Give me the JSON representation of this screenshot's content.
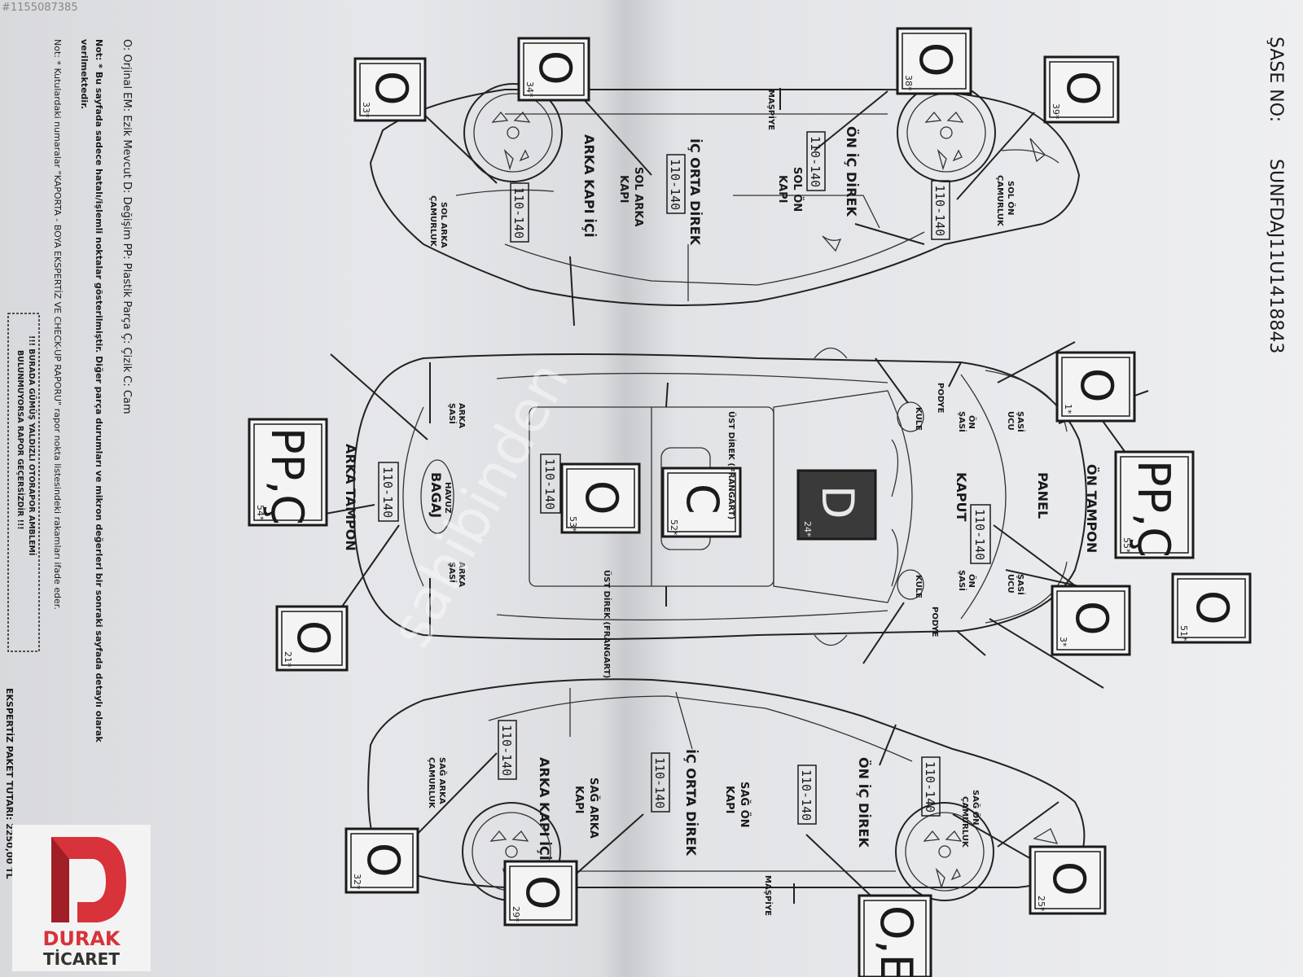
{
  "photo_id": "#1155087385",
  "header": {
    "chassis_label": "ŞASE NO:",
    "chassis_value": "SUNFDAJ11U1418843"
  },
  "legend": {
    "line1": "O: Orjinal EM: Ezik Mevcut D: Değişim PP: Plastik Parça Ç: Çizik C: Cam",
    "note1": "Not: * Bu sayfada sadece hatalı/işlemli noktalar gösterilmiştir. Diğer parça durumları ve mikron değerleri bir sonraki sayfada detaylı olarak",
    "note1b": "verilmektedir.",
    "note2": "Not: * Kutulardaki numaralar \"KAPORTA - BOYA EKSPERTİZ VE CHECK-UP RAPORU\" rapor nokta listesindeki rakamları ifade eder.",
    "warning_lines": [
      "!!! BURADA GÜMÜŞ YALDIZLI OTORAPOR AMBLEMİ",
      "BULUNMUYORSA RAPOR GEÇERSİZDİR !!!"
    ],
    "fee": "EKSPERTİZ PAKET TUTARI: 2250,00 TL"
  },
  "watermark": "sahibinden",
  "micron": "110-140",
  "top_car": {
    "boxes": [
      {
        "status": "O",
        "num": "33*"
      },
      {
        "status": "O",
        "num": "34*"
      },
      {
        "status": "O",
        "num": "38*"
      },
      {
        "status": "O",
        "num": "39*"
      }
    ],
    "labels": {
      "masp": "MAŞPİYE",
      "sol_on_kapi": [
        "SOL ÖN",
        "KAPI"
      ],
      "sol_arka_kapi": [
        "SOL ARKA",
        "KAPI"
      ],
      "on_ic_direk": "ÖN İÇ DİREK",
      "ic_orta_direk": "İÇ ORTA DİREK",
      "arka_kapi_ici": "ARKA KAPI İÇİ",
      "sol_on_camurluk": [
        "SOL ÖN",
        "ÇAMURLUK"
      ],
      "sol_arka_camurluk": [
        "SOL ARKA",
        "ÇAMURLUK"
      ]
    }
  },
  "middle_car": {
    "boxes": [
      {
        "status": "O",
        "num": "1*"
      },
      {
        "status": "PP,Ç",
        "num": "55*"
      },
      {
        "status": "O",
        "num": "51*"
      },
      {
        "status": "O",
        "num": "3*"
      },
      {
        "status": "D",
        "num": "24*"
      },
      {
        "status": "C",
        "num": "52*"
      },
      {
        "status": "O",
        "num": "53*"
      },
      {
        "status": "PP,Ç",
        "num": "54*"
      },
      {
        "status": "O",
        "num": "21*"
      }
    ],
    "labels": {
      "podye": "PODYE",
      "on_tampon": "ÖN TAMPON",
      "panel": "PANEL",
      "kaput": "KAPUT",
      "ust_direk": "ÜST DİREK (FRANGART)",
      "bagaj": "BAGAJ",
      "havuz": "HAVUZ",
      "arka_tampon": "ARKA TAMPON",
      "kule": "KULE",
      "on_sasi": [
        "ÖN",
        "ŞASİ"
      ],
      "sasi_ucu": [
        "ŞASİ",
        "UCU"
      ],
      "arka_sasi": [
        "ARKA",
        "ŞASİ"
      ]
    }
  },
  "bottom_car": {
    "boxes": [
      {
        "status": "O",
        "num": "32*"
      },
      {
        "status": "O",
        "num": "29*"
      },
      {
        "status": "O,E",
        "num": ""
      },
      {
        "status": "O",
        "num": "25*"
      }
    ],
    "labels": {
      "masp": "MAŞPİYE",
      "sag_on_kapi": [
        "SAĞ ÖN",
        "KAPI"
      ],
      "sag_arka_kapi": [
        "SAĞ ARKA",
        "KAPI"
      ],
      "on_ic_direk": "ÖN İÇ DİREK",
      "ic_orta_direk": "İÇ ORTA DİREK",
      "arka_kapi_ici": "ARKA KAPI İÇİ",
      "sag_on_camurluk": [
        "SAĞ ÖN",
        "ÇAMURLUK"
      ],
      "sag_arka_camurluk": [
        "SAĞ ARKA",
        "ÇAMURLUK"
      ]
    }
  },
  "logo": {
    "line1": "DURAK",
    "line2": "TİCARET",
    "accent": "#d8323a"
  },
  "colors": {
    "ink": "#222222",
    "box_fill": "#3a3a3a",
    "paper": "#e3e4e7"
  }
}
